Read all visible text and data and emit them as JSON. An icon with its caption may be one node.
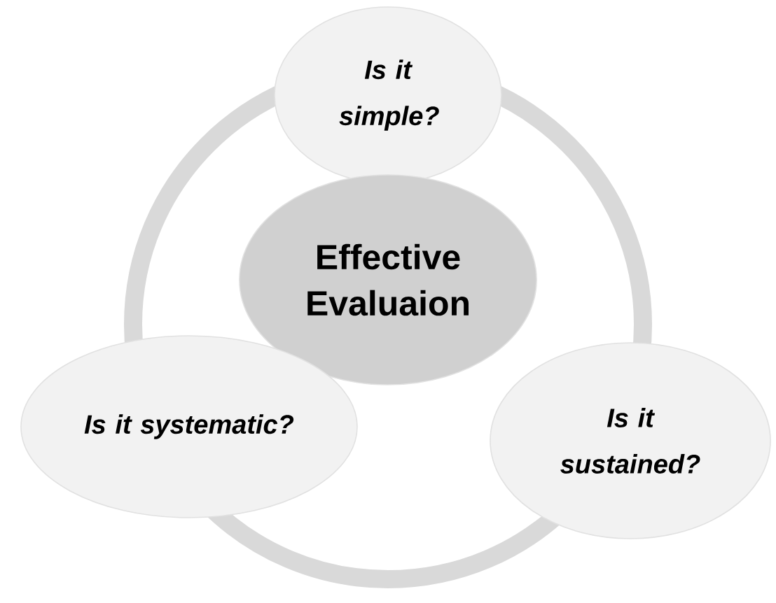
{
  "diagram": {
    "nodes": [
      {
        "text": [
          "Is it simple?"
        ]
      },
      {
        "text": [
          "Effective Evaluaion"
        ]
      },
      {
        "text": [
          "Is it systematic?"
        ]
      },
      {
        "text": [
          "Is it sustained?"
        ]
      }
    ]
  }
}
